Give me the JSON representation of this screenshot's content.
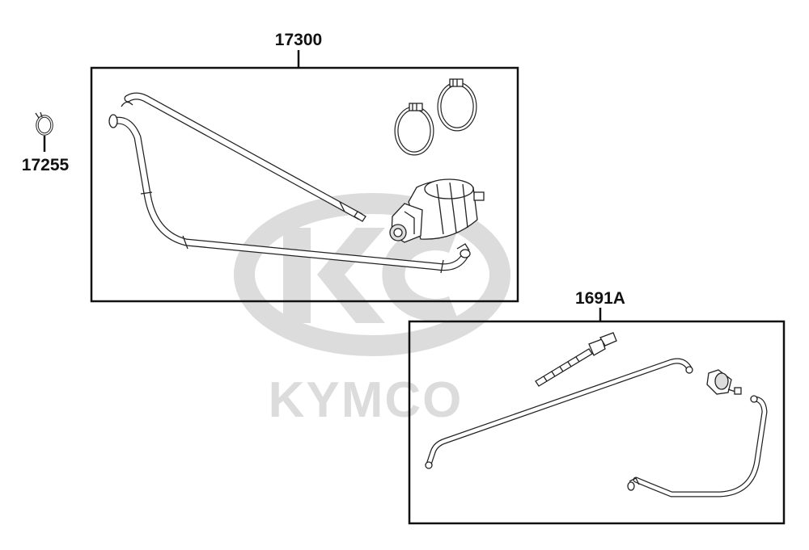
{
  "watermark": {
    "brand": "KYMCO"
  },
  "parts": {
    "canister_assembly": {
      "number": "17300"
    },
    "clamp": {
      "number": "17255"
    },
    "vent_tube_set": {
      "number": "1691A"
    }
  },
  "colors": {
    "line": "#111111",
    "watermark": "#dcdcdc",
    "background": "#ffffff"
  }
}
